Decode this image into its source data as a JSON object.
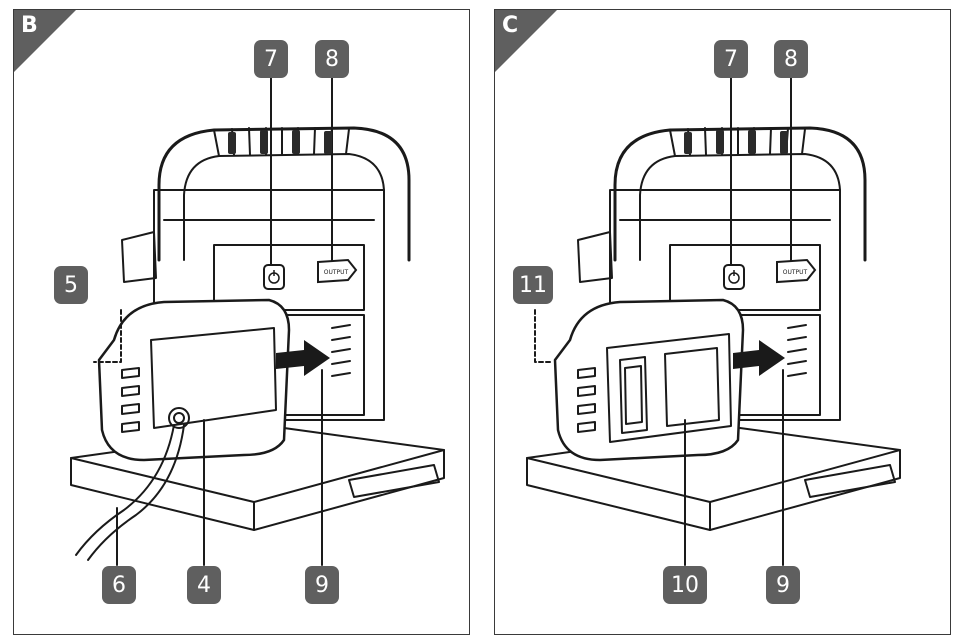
{
  "panels": [
    {
      "letter": "B",
      "callouts": {
        "c7": "7",
        "c8": "8",
        "c5": "5",
        "c6": "6",
        "c4": "4",
        "c9": "9"
      },
      "output_label": "OUTPUT"
    },
    {
      "letter": "C",
      "callouts": {
        "c7": "7",
        "c8": "8",
        "c11": "11",
        "c10": "10",
        "c9": "9"
      },
      "output_label": "OUTPUT"
    }
  ],
  "colors": {
    "callout_bg": "#5f5f5f",
    "tag_bg": "#5f5f5f",
    "line": "#1a1a1a",
    "grip": "#2a2a2a"
  },
  "icons": [
    "power-icon",
    "arrow-right-icon"
  ]
}
